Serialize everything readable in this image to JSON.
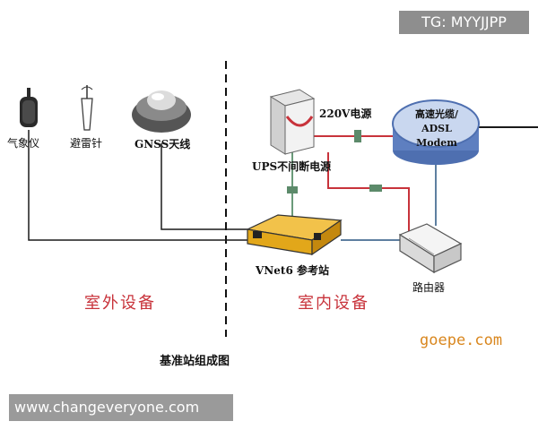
{
  "watermark_top": "TG: MYYJJPP",
  "watermark_bottom": "www.changeveryone.com",
  "brand": "goepe.com",
  "caption": "基准站组成图",
  "zones": {
    "outdoor": "室外设备",
    "indoor": "室内设备"
  },
  "devices": {
    "weather": "气象仪",
    "lightning": "避雷针",
    "gnss": "GNSS天线",
    "ups": "UPS不间断电源",
    "power": "220V电源",
    "modem": "高速光缆/ ADSL Modem",
    "vnet": "VNet6 参考站",
    "router": "路由器"
  },
  "colors": {
    "power_line": "#c8333b",
    "data_line": "#1a1a1a",
    "network_line": "#5e7fa0",
    "zone_text": "#c8333b",
    "modem_fill": "#7a93c9",
    "vnet_fill": "#e7a91b",
    "brand": "#d9871f"
  }
}
